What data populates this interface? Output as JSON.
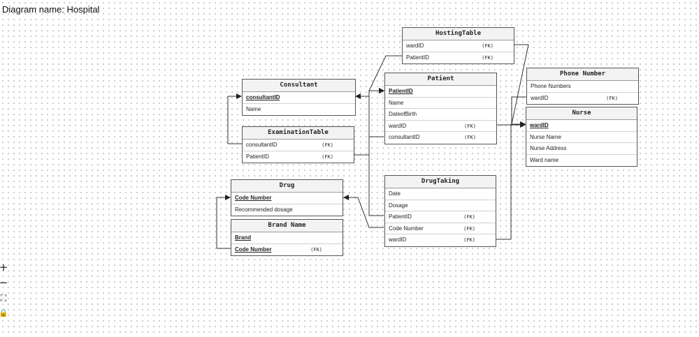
{
  "diagram": {
    "title": "Diagram name: Hospital"
  },
  "tables": {
    "hosting": {
      "name": "HostingTable",
      "fields": [
        {
          "name": "wardID",
          "fk": "(FK)"
        },
        {
          "name": "PatientID",
          "fk": "(FK)"
        }
      ]
    },
    "consultant": {
      "name": "Consultant",
      "fields": [
        {
          "name": "consultantID",
          "pk": true
        },
        {
          "name": "Name"
        }
      ]
    },
    "examination": {
      "name": "ExaminationTable",
      "fields": [
        {
          "name": "consultantID",
          "fk": "(FK)"
        },
        {
          "name": "PatientID",
          "fk": "(FK)"
        }
      ]
    },
    "patient": {
      "name": "Patient",
      "fields": [
        {
          "name": "PatientID",
          "pk": true
        },
        {
          "name": "Name"
        },
        {
          "name": "DateofBirth"
        },
        {
          "name": "wardID",
          "fk": "(FK)"
        },
        {
          "name": "consultantID",
          "fk": "(FK)"
        }
      ]
    },
    "phone": {
      "name": "Phone Number",
      "fields": [
        {
          "name": "Phone Numbers"
        },
        {
          "name": "wardID",
          "fk": "(FK)"
        }
      ]
    },
    "nurse": {
      "name": "Nurse",
      "fields": [
        {
          "name": "wardID",
          "pk": true
        },
        {
          "name": "Nurse Name"
        },
        {
          "name": "Nurse Address"
        },
        {
          "name": "Ward name"
        }
      ]
    },
    "drug": {
      "name": "Drug",
      "fields": [
        {
          "name": "Code Number",
          "pk": true
        },
        {
          "name": "Recommended dosage"
        }
      ]
    },
    "brand": {
      "name": "Brand Name",
      "fields": [
        {
          "name": "Brand",
          "pk": true
        },
        {
          "name": "Code Number",
          "pk": true,
          "fk": "(FK)"
        }
      ]
    },
    "drugtaking": {
      "name": "DrugTaking",
      "fields": [
        {
          "name": "Date"
        },
        {
          "name": "Dosage"
        },
        {
          "name": "PatientID",
          "fk": "(FK)"
        },
        {
          "name": "Code Number",
          "fk": "(FK)"
        },
        {
          "name": "wardID",
          "fk": "(FK)"
        }
      ]
    }
  },
  "controls": {
    "zoom_in": "+",
    "zoom_out": "−",
    "fit": "⛶",
    "lock": "🔒"
  }
}
